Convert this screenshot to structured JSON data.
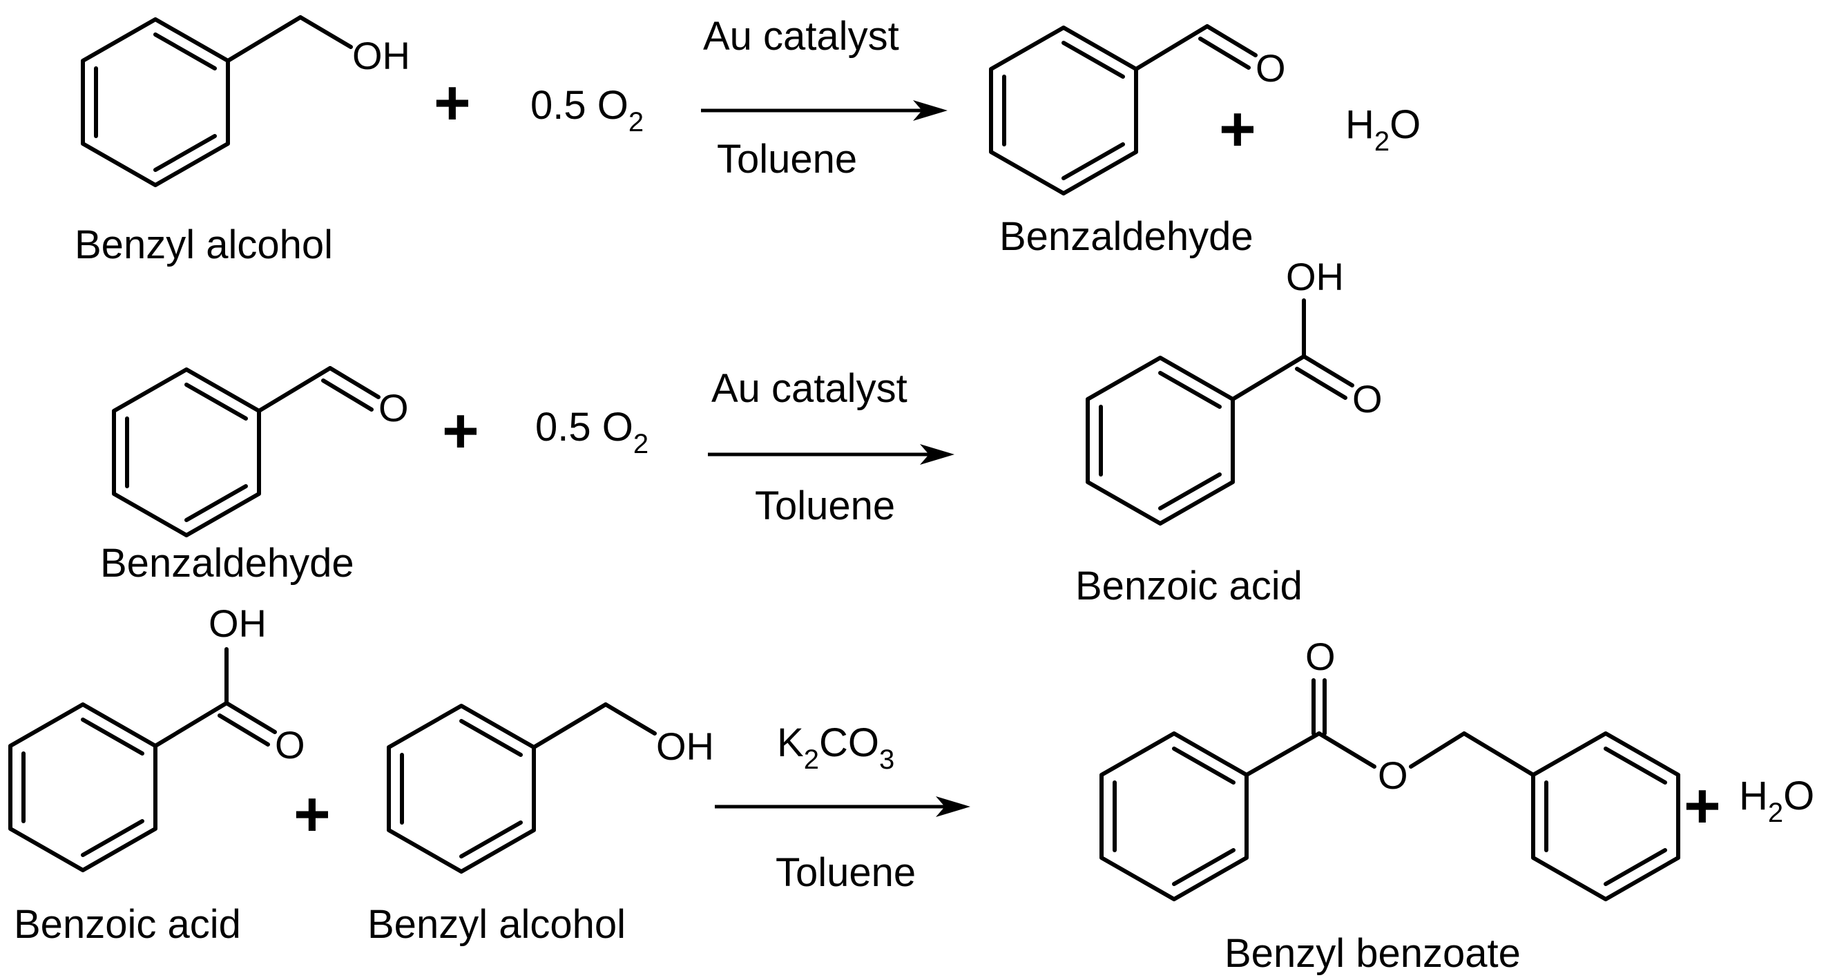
{
  "reactions": [
    {
      "reactant1": {
        "name": "Benzyl alcohol",
        "atoms": {
          "oh": "OH"
        }
      },
      "plus": "+",
      "reactant2": {
        "coef": "0.5",
        "formula": "O",
        "sub": "2"
      },
      "reagent_above": "Au catalyst",
      "solvent_below": "Toluene",
      "product1": {
        "name": "Benzaldehyde",
        "atoms": {
          "o": "O"
        }
      },
      "plus2": "+",
      "product2": {
        "formula_a": "H",
        "sub": "2",
        "formula_b": "O"
      }
    },
    {
      "reactant1": {
        "name": "Benzaldehyde",
        "atoms": {
          "o": "O"
        }
      },
      "plus": "+",
      "reactant2": {
        "coef": "0.5",
        "formula": "O",
        "sub": "2"
      },
      "reagent_above": "Au catalyst",
      "solvent_below": "Toluene",
      "product1": {
        "name": "Benzoic acid",
        "atoms": {
          "oh": "OH",
          "o": "O"
        }
      }
    },
    {
      "reactant1": {
        "name": "Benzoic acid",
        "atoms": {
          "oh": "OH",
          "o": "O"
        }
      },
      "plus": "+",
      "reactant2": {
        "name": "Benzyl alcohol",
        "atoms": {
          "oh": "OH"
        }
      },
      "reagent_above": {
        "a": "K",
        "sub1": "2",
        "b": "CO",
        "sub2": "3"
      },
      "solvent_below": "Toluene",
      "product1": {
        "name": "Benzyl benzoate",
        "atoms": {
          "o_carbonyl": "O",
          "o_ester": "O"
        }
      },
      "plus2": "+",
      "product2": {
        "formula_a": "H",
        "sub": "2",
        "formula_b": "O"
      }
    }
  ]
}
